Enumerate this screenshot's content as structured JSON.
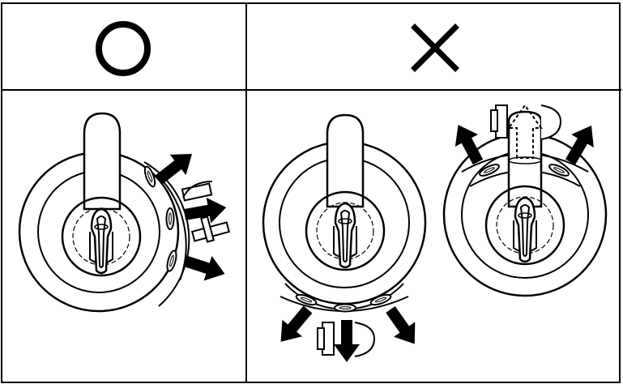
{
  "table": {
    "columns": [
      {
        "header": "○",
        "symbol": "correct-symbol",
        "panels": [
          "fan-mount-with-vents-side-arrows-correct"
        ]
      },
      {
        "header": "✕",
        "symbol": "incorrect-symbol",
        "panels": [
          "fan-mount-with-vents-bottom-arrows-incorrect",
          "fan-mount-with-vents-top-arrows-incorrect"
        ]
      }
    ]
  },
  "colors": {
    "stroke": "#000000",
    "background": "#ffffff"
  }
}
